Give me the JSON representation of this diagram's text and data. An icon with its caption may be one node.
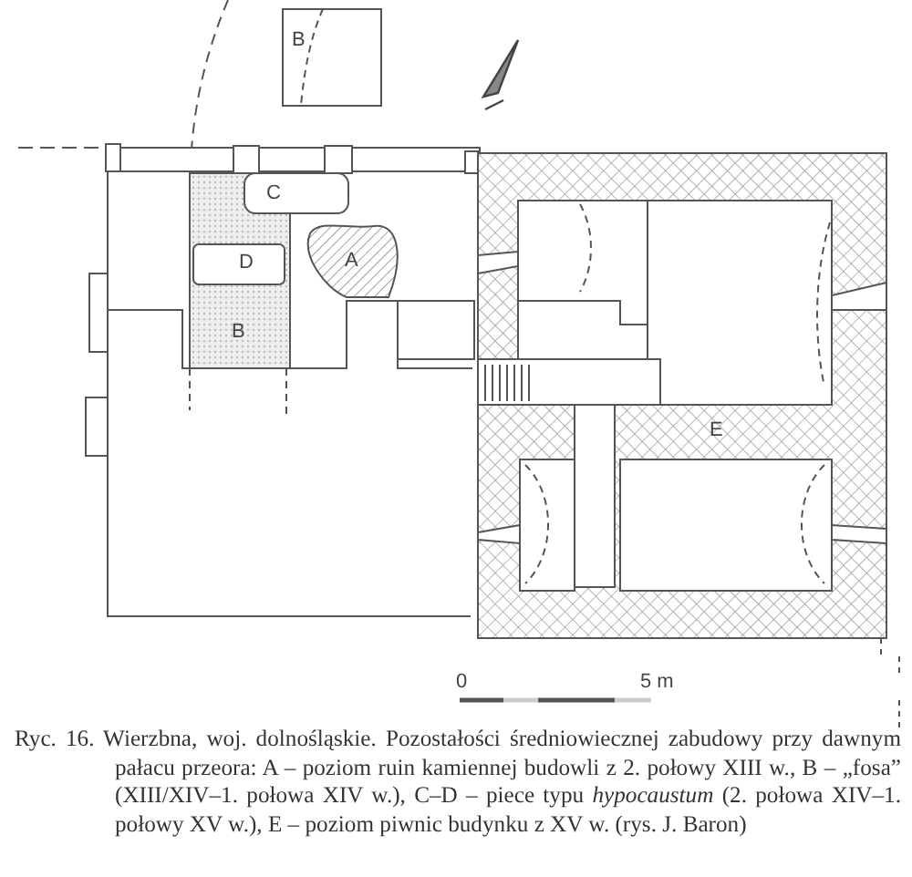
{
  "diagram": {
    "caption": "Ryc. 16. Wierzbna, woj. dolnośląskie. Pozostałości średniowiecznej zabudowy przy dawnym pałacu przeora: A – poziom ruin kamiennej budowli z 2. połowy XIII w., B – „fosa” (XIII/XIV–1. połowa XIV w.), C–D – piece typu *hypocaustum* (2. połowa XIV–1. połowy XV w.), E – poziom piwnic budynku z XV w. (rys. J. Baron)",
    "labels": [
      "B",
      "C",
      "D",
      "A",
      "B",
      "E",
      "0",
      "5 m"
    ]
  }
}
